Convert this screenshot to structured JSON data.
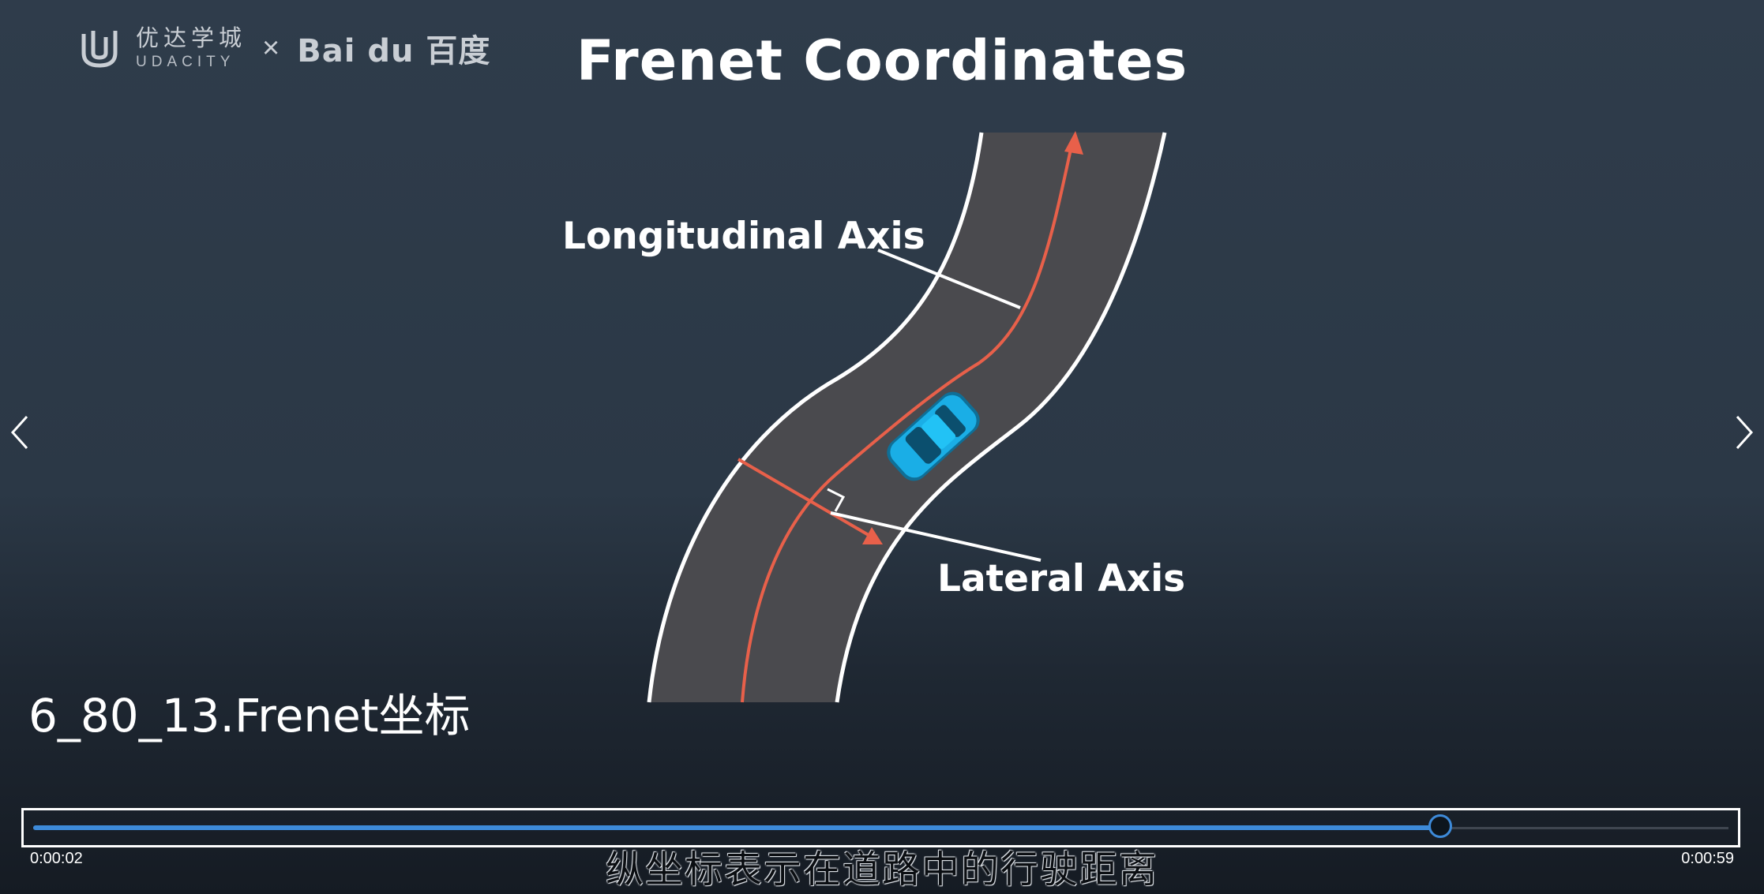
{
  "brand": {
    "udacity_cn": "优达学城",
    "udacity_en": "UDACITY",
    "separator": "×",
    "baidu": "Bai du 百度"
  },
  "slide": {
    "title": "Frenet Coordinates",
    "longitudinal_label": "Longitudinal Axis",
    "lateral_label": "Lateral Axis"
  },
  "icons": {
    "prev": "chevron-left-icon",
    "next": "chevron-right-icon",
    "brand_mark": "udacity-logo-icon",
    "car": "car-icon"
  },
  "colors": {
    "background": "#2f3c4b",
    "road": "#4a4a4e",
    "axis_arrow": "#e8604a",
    "car": "#1aaee6",
    "progress": "#3d8ad9"
  },
  "player": {
    "video_title": "6_80_13.Frenet坐标",
    "current_time": "0:00:02",
    "duration": "0:00:59",
    "progress_fraction": 0.83,
    "subtitle": "纵坐标表示在道路中的行驶距离"
  }
}
